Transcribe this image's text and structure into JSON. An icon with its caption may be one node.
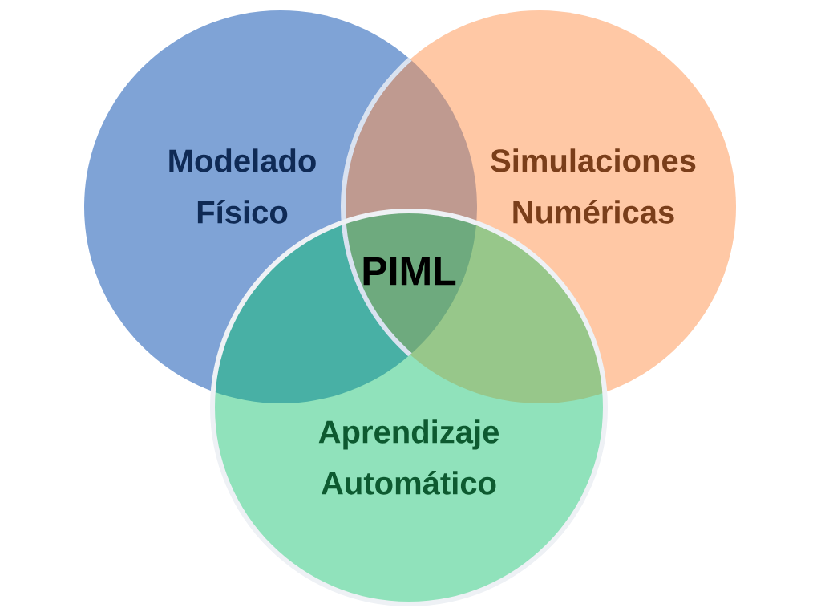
{
  "diagram": {
    "nodes": [
      {
        "text": [
          "Modelado Físico"
        ]
      },
      {
        "text": [
          "Simulaciones Numéricas"
        ]
      },
      {
        "text": [
          "Aprendizaje Automático"
        ]
      }
    ],
    "labels": [
      "PIML"
    ]
  }
}
